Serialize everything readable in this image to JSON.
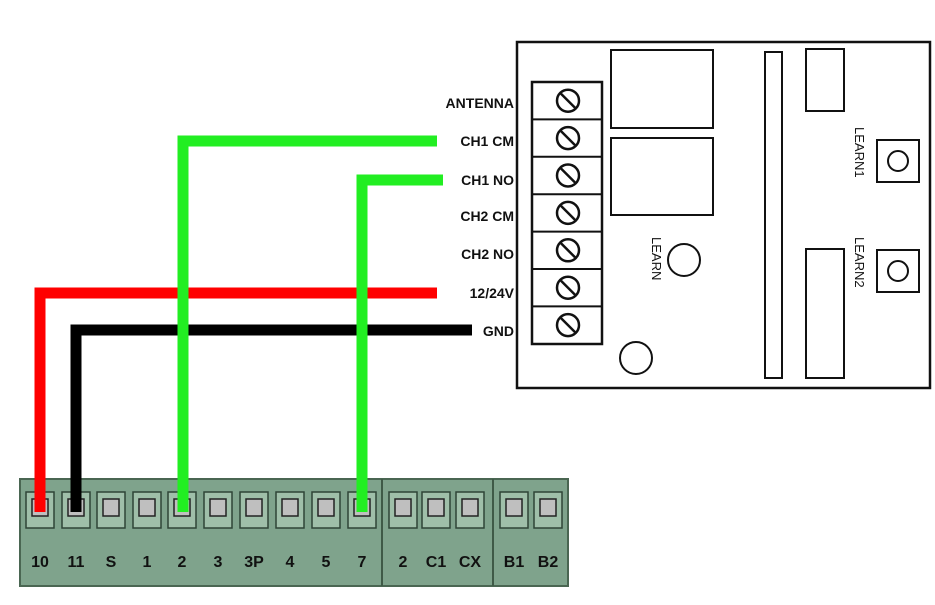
{
  "receiver": {
    "terminal_labels": [
      "ANTENNA",
      "CH1 CM",
      "CH1 NO",
      "CH2 CM",
      "CH2 NO",
      "12/24V",
      "GND"
    ],
    "learn_label": "LEARN",
    "learn1_label": "LEARN1",
    "learn2_label": "LEARN2"
  },
  "controller": {
    "terminals": [
      "10",
      "11",
      "S",
      "1",
      "2",
      "3",
      "3P",
      "4",
      "5",
      "7",
      "2",
      "C1",
      "CX",
      "B1",
      "B2"
    ]
  },
  "wires": [
    {
      "from": "12/24V",
      "to_terminal": "10",
      "color": "#ff0000"
    },
    {
      "from": "GND",
      "to_terminal": "11",
      "color": "#000000"
    },
    {
      "from": "CH1 CM",
      "to_terminal": "2",
      "color": "#22ee22"
    },
    {
      "from": "CH1 NO",
      "to_terminal": "7",
      "color": "#22ee22"
    }
  ],
  "colors": {
    "block_fill": "#7fa38c",
    "block_stroke": "#4a6652",
    "screw_fill": "#bfbfbf"
  }
}
